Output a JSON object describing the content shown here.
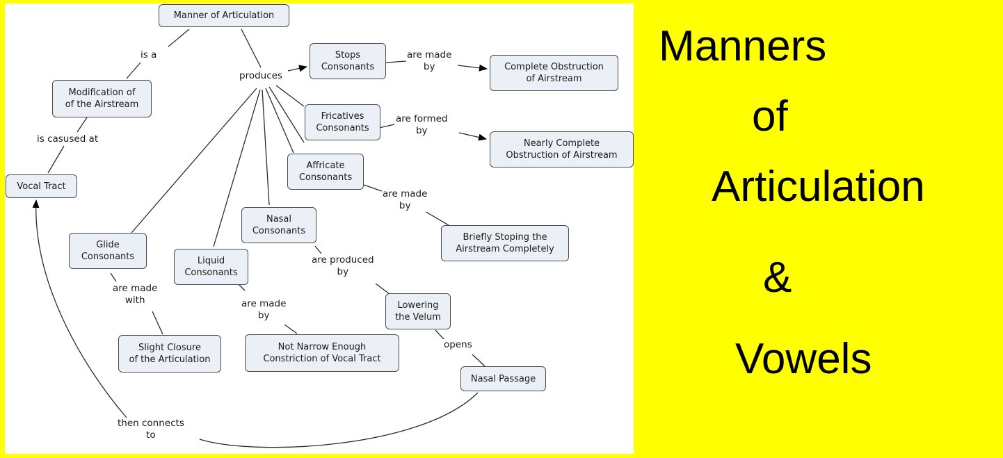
{
  "title": {
    "line1": "Manners",
    "line2": "of",
    "line3": "Articulation",
    "line4": "&",
    "line5": "Vowels"
  },
  "diagram": {
    "nodes": {
      "manner": "Manner of Articulation",
      "modification": "Modification of\nof the Airstream",
      "vocal_tract": "Vocal Tract",
      "stops": "Stops\nConsonants",
      "complete_obstruction": "Complete Obstruction\nof Airstream",
      "fricatives": "Fricatives\nConsonants",
      "nearly_complete": "Nearly Complete\nObstruction of Airstream",
      "affricate": "Affricate\nConsonants",
      "briefly_stoping": "Briefly Stoping the\nAirstream Completely",
      "nasal": "Nasal\nConsonants",
      "lowering": "Lowering\nthe Velum",
      "nasal_passage": "Nasal Passage",
      "glide": "Glide\nConsonants",
      "slight_closure": "Slight Closure\nof the Articulation",
      "liquid": "Liquid\nConsonants",
      "not_narrow": "Not Narrow Enough\nConstriction of Vocal Tract"
    },
    "links": {
      "is_a": "is a",
      "is_caused_at": "is casused at",
      "produces": "produces",
      "stops_made_by": "are made\nby",
      "fricatives_formed_by": "are formed\nby",
      "affricate_made_by": "are made\nby",
      "nasal_produced_by": "are produced\nby",
      "opens": "opens",
      "glide_made_with": "are made\nwith",
      "liquid_made_by": "are made\nby",
      "then_connects_to": "then connects\nto"
    }
  }
}
